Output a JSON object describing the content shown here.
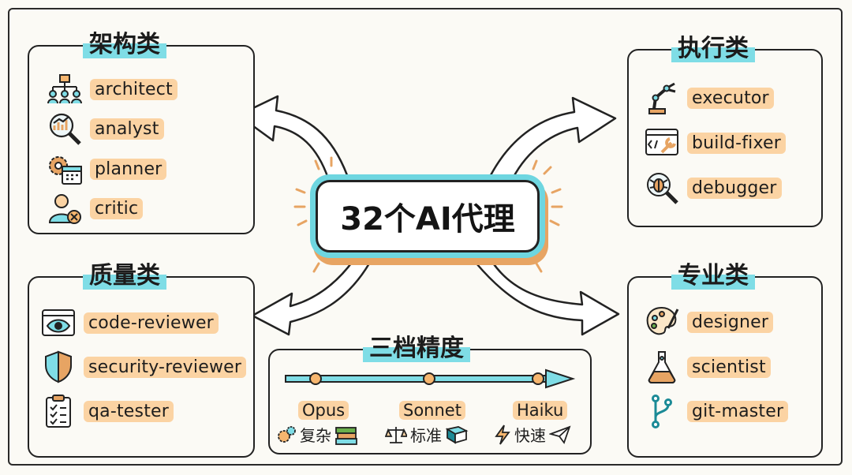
{
  "center_title": "32个AI代理",
  "groups": {
    "architecture": {
      "title": "架构类",
      "items": [
        {
          "label": "architect",
          "icon": "org-chart-icon"
        },
        {
          "label": "analyst",
          "icon": "magnifier-chart-icon"
        },
        {
          "label": "planner",
          "icon": "gear-calendar-icon"
        },
        {
          "label": "critic",
          "icon": "user-x-icon"
        }
      ]
    },
    "execution": {
      "title": "执行类",
      "items": [
        {
          "label": "executor",
          "icon": "robot-arm-icon"
        },
        {
          "label": "build-fixer",
          "icon": "code-wrench-icon"
        },
        {
          "label": "debugger",
          "icon": "bug-magnifier-icon"
        }
      ]
    },
    "quality": {
      "title": "质量类",
      "items": [
        {
          "label": "code-reviewer",
          "icon": "eye-window-icon"
        },
        {
          "label": "security-reviewer",
          "icon": "shield-icon"
        },
        {
          "label": "qa-tester",
          "icon": "checklist-icon"
        }
      ]
    },
    "specialist": {
      "title": "专业类",
      "items": [
        {
          "label": "designer",
          "icon": "palette-icon"
        },
        {
          "label": "scientist",
          "icon": "flask-icon"
        },
        {
          "label": "git-master",
          "icon": "git-branch-icon"
        }
      ]
    }
  },
  "tiers": {
    "title": "三档精度",
    "levels": [
      {
        "name": "Opus",
        "desc": "复杂"
      },
      {
        "name": "Sonnet",
        "desc": "标准"
      },
      {
        "name": "Haiku",
        "desc": "快速"
      }
    ]
  },
  "colors": {
    "accent_cyan": "#7fdde6",
    "label_orange": "#fbd3a3",
    "ink": "#222222"
  }
}
